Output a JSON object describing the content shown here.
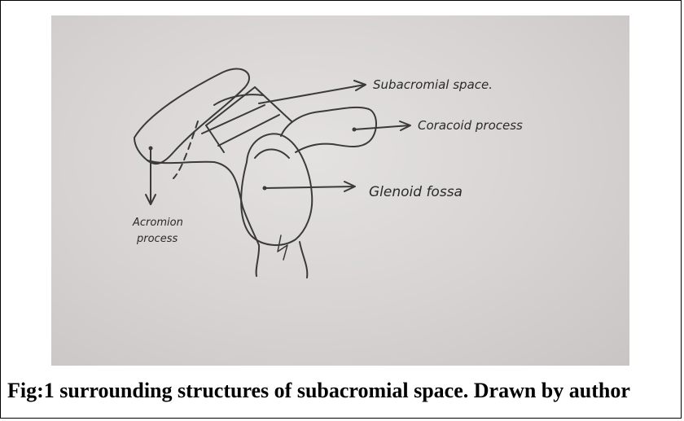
{
  "figure": {
    "labels": {
      "subacromial": "Subacromial space.",
      "coracoid": "Coracoid process",
      "glenoid": "Glenoid fossa",
      "acromion_line1": "Acromion",
      "acromion_line2": "process"
    },
    "caption": "Fig:1 surrounding structures of subacromial space. Drawn by author"
  },
  "colors": {
    "paper": "#d6d3d2",
    "pencil": "#3a3a3a",
    "caption_text": "#000000"
  }
}
